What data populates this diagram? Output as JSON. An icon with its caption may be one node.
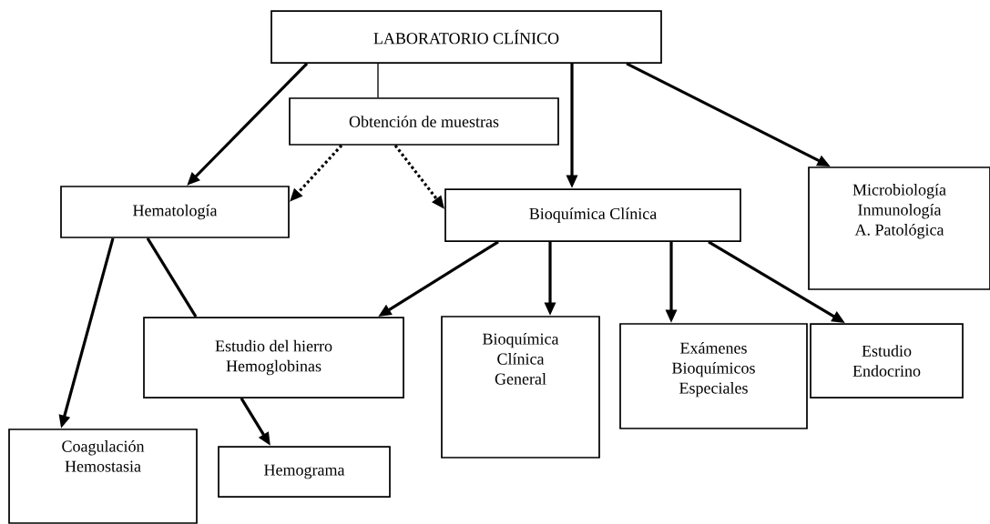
{
  "diagram": {
    "nodes": [
      {
        "text": [
          "LABORATORIO  CLÍNICO"
        ]
      },
      {
        "text": [
          "Obtención de muestras"
        ]
      },
      {
        "text": [
          "Hematología"
        ]
      },
      {
        "text": [
          "Bioquímica Clínica"
        ]
      },
      {
        "text": [
          "Microbiología",
          "Inmunología",
          "A. Patológica"
        ]
      },
      {
        "text": [
          "Estudio del hierro",
          "Hemoglobinas"
        ]
      },
      {
        "text": [
          "Bioquímica Clínica General"
        ]
      },
      {
        "text": [
          "Exámenes Bioquímicos Especiales"
        ]
      },
      {
        "text": [
          "Estudio Endocrino"
        ]
      },
      {
        "text": [
          "Coagulación",
          "Hemostasia"
        ]
      },
      {
        "text": [
          "Hemograma"
        ]
      }
    ],
    "edges": [
      {
        "from": 0,
        "to": 2,
        "arrow": "to"
      },
      {
        "from": 0,
        "to": 1,
        "arrow": "none"
      },
      {
        "from": 0,
        "to": 3,
        "arrow": "to"
      },
      {
        "from": 0,
        "to": 4,
        "arrow": "to"
      },
      {
        "from": 1,
        "to": 2,
        "arrow": "to",
        "style": "dashed"
      },
      {
        "from": 1,
        "to": 3,
        "arrow": "to",
        "style": "dashed"
      },
      {
        "from": 2,
        "to": 9,
        "arrow": "to"
      },
      {
        "from": 2,
        "to": 5,
        "arrow": "none"
      },
      {
        "from": 3,
        "to": 5,
        "arrow": "to"
      },
      {
        "from": 3,
        "to": 6,
        "arrow": "to"
      },
      {
        "from": 3,
        "to": 7,
        "arrow": "to"
      },
      {
        "from": 3,
        "to": 8,
        "arrow": "to"
      },
      {
        "from": 5,
        "to": 10,
        "arrow": "to"
      }
    ]
  }
}
